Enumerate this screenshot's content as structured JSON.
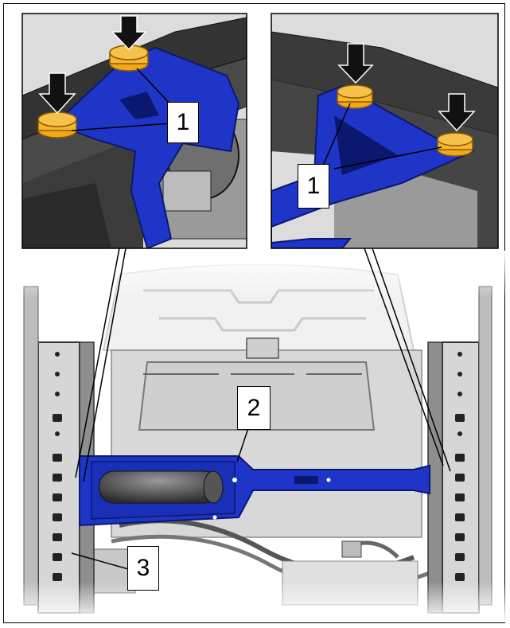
{
  "callouts": {
    "left_inset": "1",
    "right_inset": "1",
    "center": "2",
    "bottom": "3"
  },
  "colors": {
    "bracket": "#1f35c8",
    "bracket_dark": "#122497",
    "nut": "#f0a81c",
    "nut_dark": "#c07c05",
    "frame": "#2b2b2b",
    "arrow": "#111111"
  },
  "icons": [
    "down-arrow-icon"
  ]
}
